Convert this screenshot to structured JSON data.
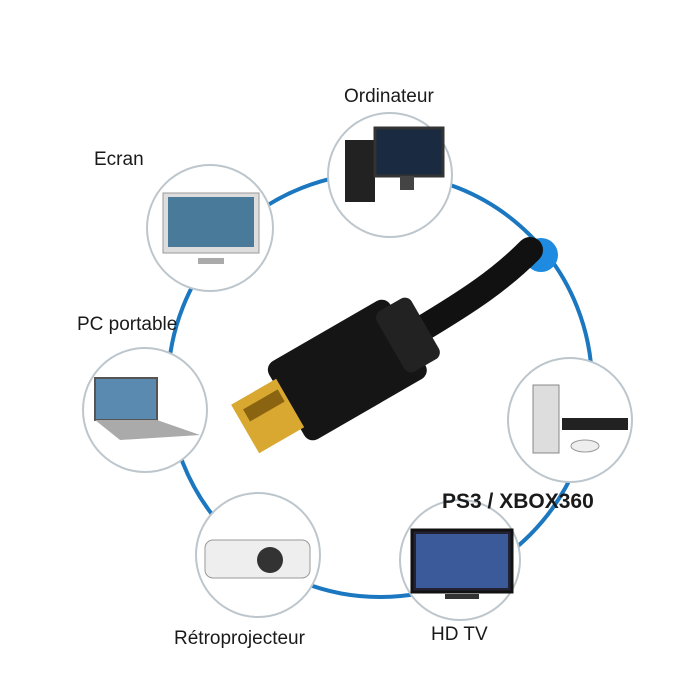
{
  "labels": {
    "computer": "Ordinateur",
    "screen": "Ecran",
    "laptop": "PC portable",
    "console": "PS3 / XBOX360",
    "projector": "Rétroprojecteur",
    "tv": "HD TV"
  },
  "colors": {
    "ring": "#1b78c0",
    "dot": "#1e8be0",
    "cable": "#111111",
    "plug": "#d8a830"
  }
}
